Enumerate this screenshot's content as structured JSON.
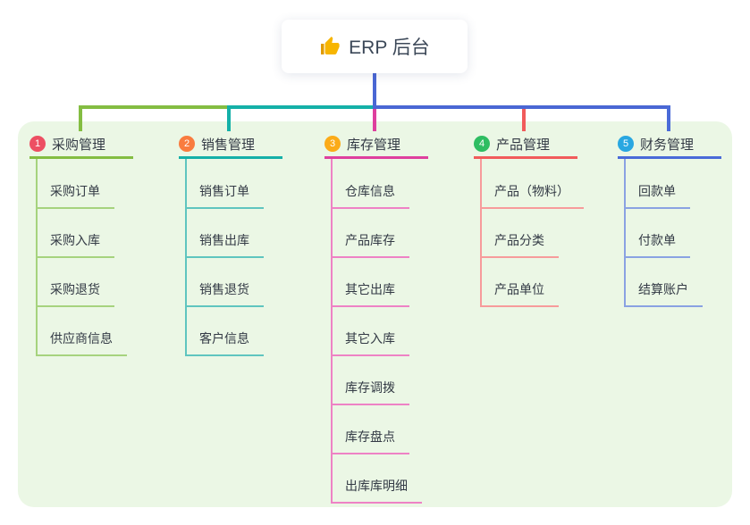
{
  "palette": {
    "canvas_bg": "#ffffff",
    "panel_bg": "#ebf7e5",
    "card_bg": "#ffffff",
    "root_stem": "#4a67d4",
    "text_dark": "#3c4858",
    "thumb_icon": "#f7b500"
  },
  "root": {
    "label": "ERP 后台",
    "icon": "thumbs-up-icon"
  },
  "branches": [
    {
      "num": "1",
      "label": "采购管理",
      "badge_color": "#ed4f63",
      "line_color": "#84bd42",
      "child_line_color": "#a6d37e",
      "children": [
        "采购订单",
        "采购入库",
        "采购退货",
        "供应商信息"
      ]
    },
    {
      "num": "2",
      "label": "销售管理",
      "badge_color": "#f97c3f",
      "line_color": "#14b0a8",
      "child_line_color": "#5fc5bf",
      "children": [
        "销售订单",
        "销售出库",
        "销售退货",
        "客户信息"
      ]
    },
    {
      "num": "3",
      "label": "库存管理",
      "badge_color": "#fbab18",
      "line_color": "#de3f9e",
      "child_line_color": "#ee82c5",
      "children": [
        "仓库信息",
        "产品库存",
        "其它出库",
        "其它入库",
        "库存调拨",
        "库存盘点",
        "出库库明细"
      ]
    },
    {
      "num": "4",
      "label": "产品管理",
      "badge_color": "#2ebd62",
      "line_color": "#f15b5b",
      "child_line_color": "#f79b9b",
      "children": [
        "产品（物料）",
        "产品分类",
        "产品单位"
      ]
    },
    {
      "num": "5",
      "label": "财务管理",
      "badge_color": "#29a7e1",
      "line_color": "#4a6bd8",
      "child_line_color": "#8aa2e2",
      "children": [
        "回款单",
        "付款单",
        "结算账户"
      ]
    }
  ]
}
